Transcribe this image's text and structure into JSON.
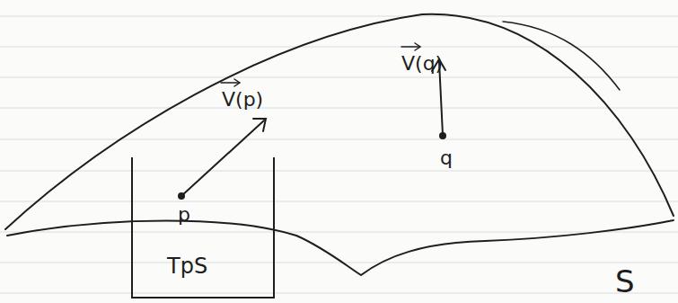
{
  "diagram": {
    "nodes": [
      {
        "text": [
          "TpS"
        ]
      }
    ],
    "labels": [
      "V(p)",
      "V(q)",
      "p",
      "q",
      "S"
    ]
  }
}
